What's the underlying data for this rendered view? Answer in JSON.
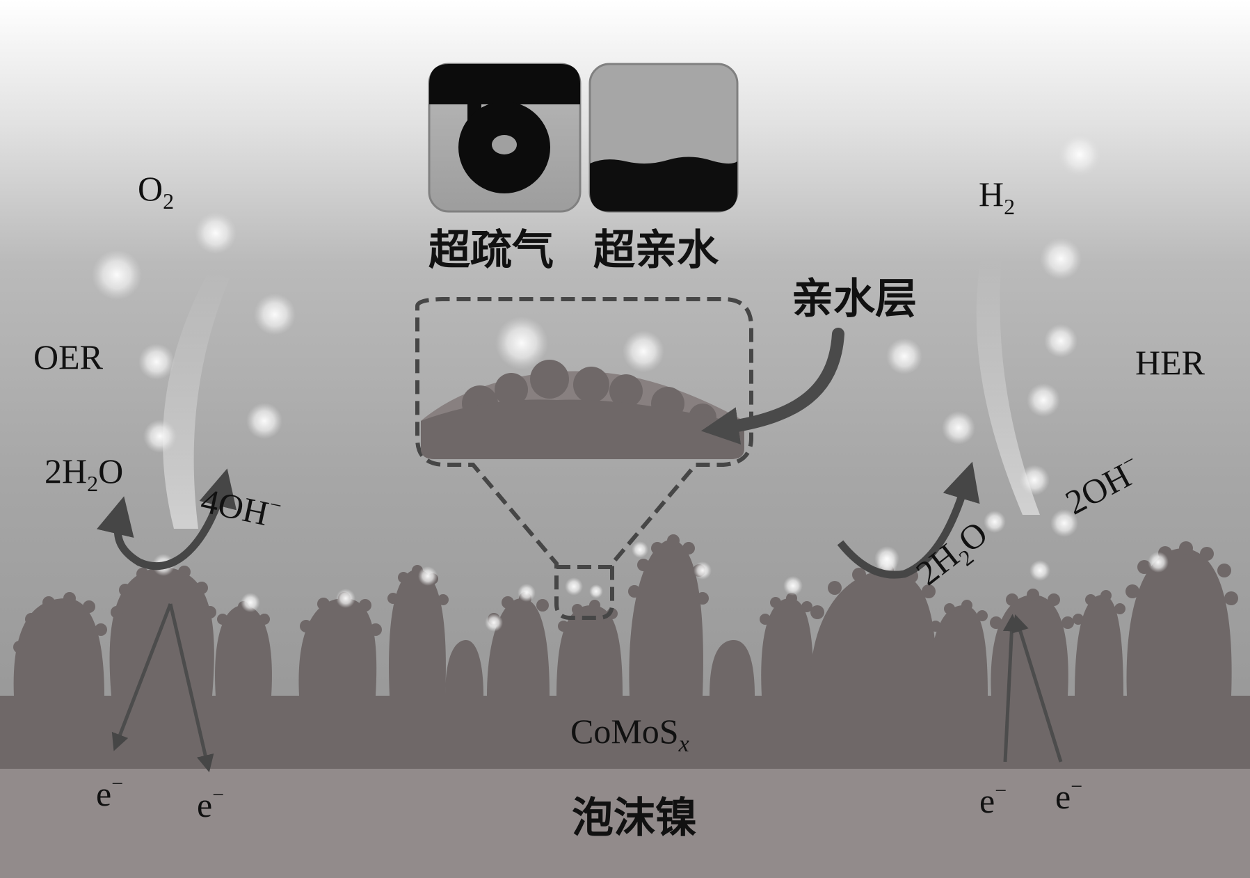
{
  "labels": {
    "o2": "O2",
    "h2": "H2",
    "oer": "OER",
    "her": "HER",
    "oer_reactant": "2H2O",
    "oer_product": "4OH−",
    "her_reactant": "2H2O",
    "her_product": "2OH−",
    "superaerophobic": "超疏气",
    "superhydrophilic": "超亲水",
    "hydrophilic_layer": "亲水层",
    "catalyst": "CoMoSx",
    "substrate": "泡沫镍",
    "electron": "e−"
  },
  "colors": {
    "background_top": "#ffffff",
    "background_bottom": "#8e8e8e",
    "catalyst_layer": "#6f6868",
    "substrate": "#928b8b",
    "bubble": "#f2f2f2",
    "arrow": "#464646",
    "label": "#111111"
  }
}
